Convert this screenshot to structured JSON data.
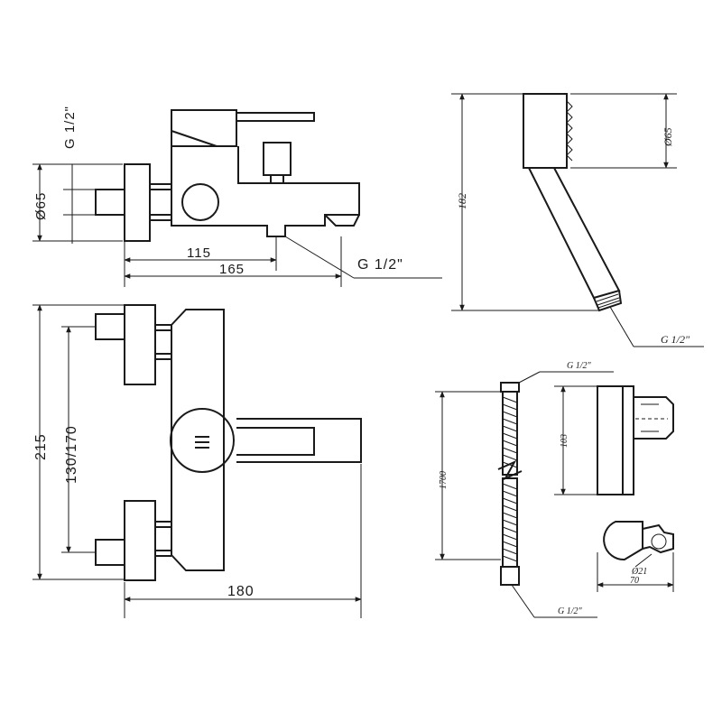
{
  "top_view": {
    "thread_label_left": "G 1/2\"",
    "diameter_label": "Ø65",
    "dim_115": "115",
    "dim_165": "165",
    "thread_label_outlet": "G 1/2\""
  },
  "front_view": {
    "dim_215": "215",
    "dim_130_170": "130/170",
    "dim_180": "180"
  },
  "handshower": {
    "dim_182": "182",
    "diameter_label": "Ø65",
    "thread_label": "G 1/2\""
  },
  "hose": {
    "thread_top": "G 1/2\"",
    "length": "1700",
    "thread_bottom": "G 1/2\""
  },
  "holder": {
    "height": "103",
    "diameter": "Ø21",
    "width": "70"
  },
  "colors": {
    "line": "#1a1a1a",
    "background": "#ffffff"
  }
}
